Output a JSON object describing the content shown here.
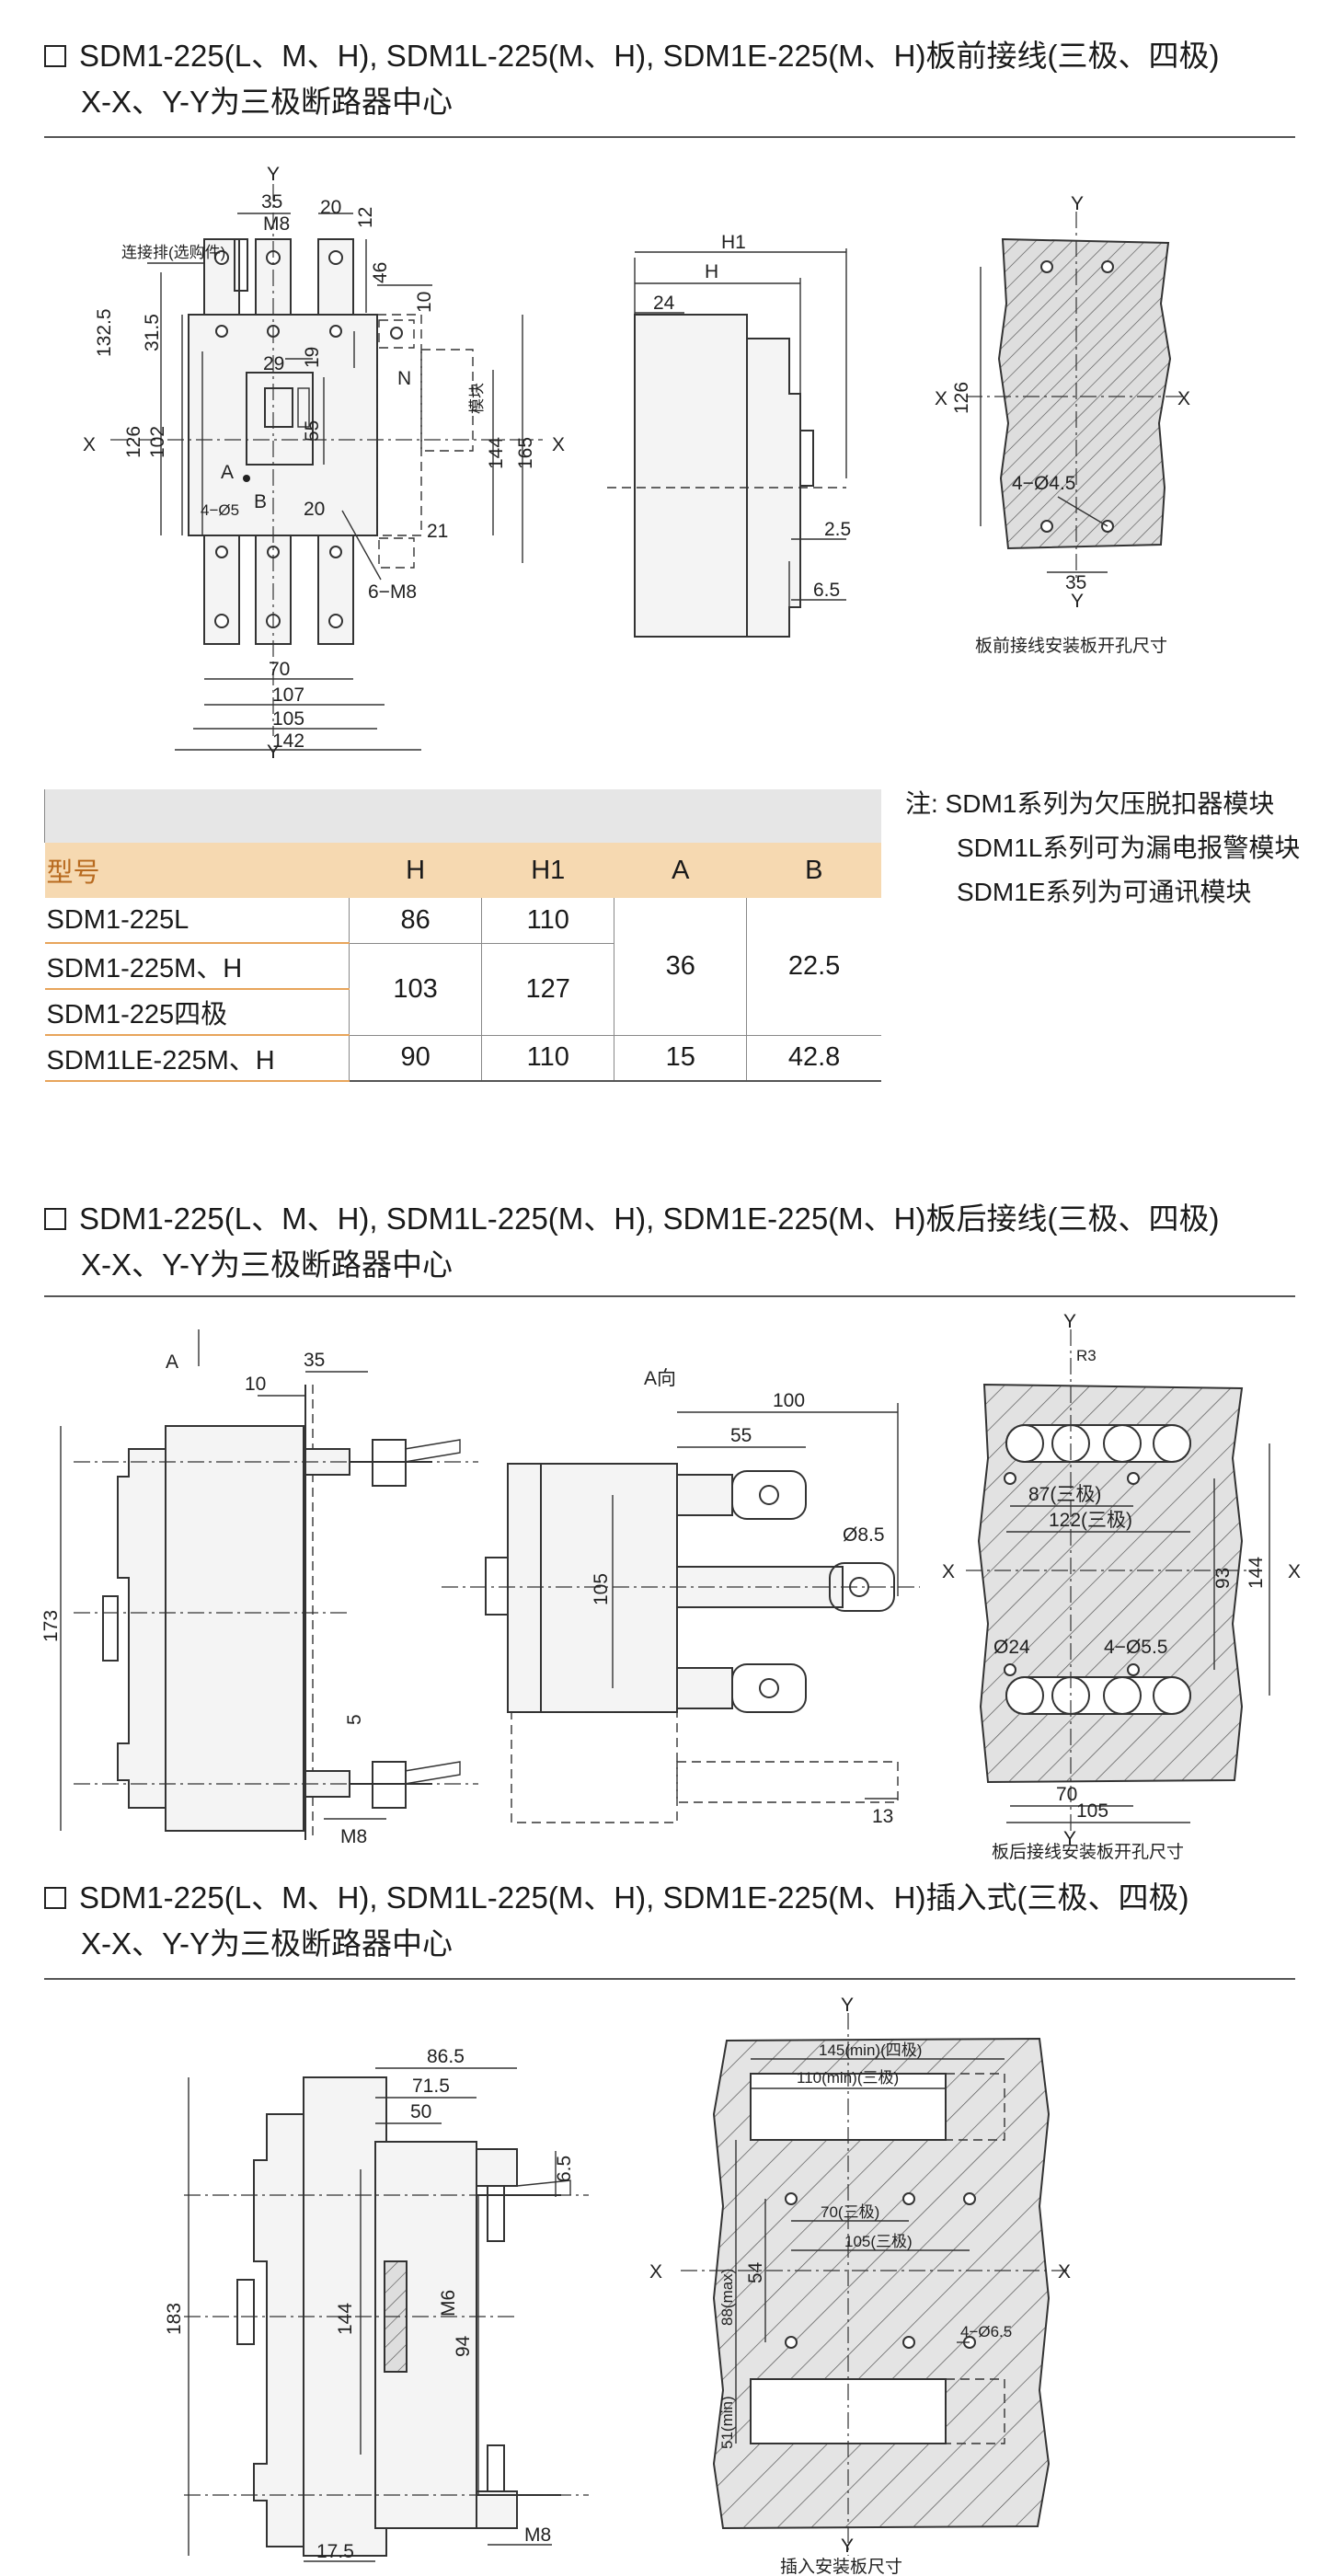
{
  "sections": [
    {
      "title": "SDM1-225(L、M、H), SDM1L-225(M、H), SDM1E-225(M、H)板前接线(三极、四极)",
      "subtitle": "X-X、Y-Y为三极断路器中心"
    },
    {
      "title": "SDM1-225(L、M、H), SDM1L-225(M、H), SDM1E-225(M、H)板后接线(三极、四极)",
      "subtitle": "X-X、Y-Y为三极断路器中心"
    },
    {
      "title": "SDM1-225(L、M、H), SDM1L-225(M、H), SDM1E-225(M、H)插入式(三极、四极)",
      "subtitle": "X-X、Y-Y为三极断路器中心"
    }
  ],
  "fig1": {
    "front": {
      "axis_x": "X",
      "axis_y": "Y",
      "axis_y2": "Y",
      "dim_35": "35",
      "dim_m8": "M8",
      "dim_20": "20",
      "dim_12": "12",
      "dim_46": "46",
      "dim_10": "10",
      "dim_1325": "132.5",
      "dim_315": "31.5",
      "dim_29": "29",
      "dim_19": "19",
      "dim_126": "126",
      "dim_102": "102",
      "dim_55": "55",
      "dim_144": "144",
      "dim_165": "165",
      "label_a": "A",
      "label_b": "B",
      "label_n": "N",
      "dim_4o5": "4−Ø5",
      "dim_20b": "20",
      "dim_21": "21",
      "dim_6m8": "6−M8",
      "dim_70": "70",
      "dim_107": "107",
      "dim_105": "105",
      "dim_142": "142",
      "callout_bar": "连接排(选购件)",
      "callout_module": "模块"
    },
    "side": {
      "dim_h1": "H1",
      "dim_h": "H",
      "dim_24": "24",
      "dim_25": "2.5",
      "dim_65": "6.5"
    },
    "panel": {
      "axis_x": "X",
      "axis_x2": "X",
      "axis_y": "Y",
      "axis_y2": "Y",
      "dim_126": "126",
      "dim_4o45": "4−Ø4.5",
      "dim_35": "35",
      "caption": "板前接线安装板开孔尺寸"
    }
  },
  "table": {
    "headers": [
      "型号",
      "H",
      "H1",
      "A",
      "B"
    ],
    "rows": [
      {
        "model": "SDM1-225L",
        "h": "86",
        "h1": "110"
      },
      {
        "model": "SDM1-225M、H",
        "model2": "SDM1-225四极",
        "h": "103",
        "h1": "127"
      },
      {
        "model": "SDM1LE-225M、H",
        "h": "90",
        "h1": "110",
        "a": "15",
        "b": "42.8"
      }
    ],
    "merged_a": "36",
    "merged_b": "22.5"
  },
  "notes": [
    "注:  SDM1系列为欠压脱扣器模块",
    "SDM1L系列可为漏电报警模块",
    "SDM1E系列为可通讯模块"
  ],
  "fig2": {
    "side": {
      "label_a": "A",
      "dim_10": "10",
      "dim_35": "35",
      "dim_173": "173",
      "dim_5": "5",
      "dim_m8": "M8"
    },
    "aview": {
      "title": "A向",
      "dim_100": "100",
      "dim_55": "55",
      "dim_o85": "Ø8.5",
      "dim_105": "105",
      "dim_13": "13"
    },
    "panel": {
      "axis_x": "X",
      "axis_x2": "X",
      "axis_y": "Y",
      "axis_y2": "Y",
      "dim_r3": "R3",
      "dim_87": "87(三极)",
      "dim_122": "122(三极)",
      "dim_93": "93",
      "dim_144": "144",
      "dim_o24": "Ø24",
      "dim_4o55": "4−Ø5.5",
      "dim_70": "70",
      "dim_105": "105",
      "caption": "板后接线安装板开孔尺寸"
    }
  },
  "fig3": {
    "side": {
      "dim_865": "86.5",
      "dim_715": "71.5",
      "dim_50": "50",
      "dim_65": "6.5",
      "dim_m6": "M6",
      "dim_183": "183",
      "dim_144": "144",
      "dim_94": "94",
      "dim_175": "17.5",
      "dim_m8": "M8"
    },
    "panel": {
      "axis_x": "X",
      "axis_x2": "X",
      "axis_y": "Y",
      "axis_y2": "Y",
      "dim_145": "145(min)(四极)",
      "dim_110": "110(min)(三极)",
      "dim_70": "70(三极)",
      "dim_105": "105(三极)",
      "dim_54": "54",
      "dim_88": "88(max)",
      "dim_4o65": "4−Ø6.5",
      "dim_51": "51(min)",
      "caption": "插入安装板尺寸"
    }
  }
}
